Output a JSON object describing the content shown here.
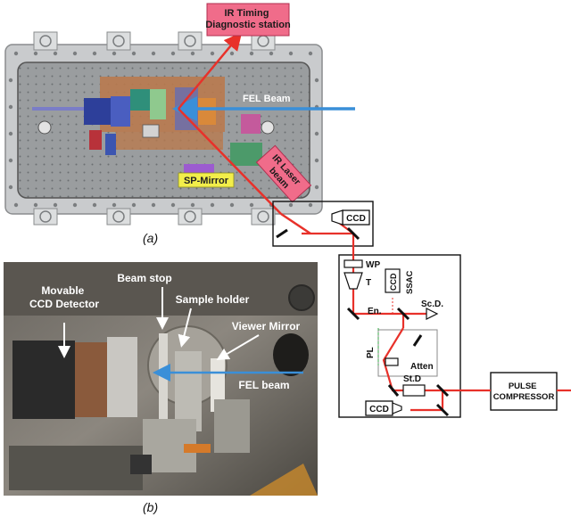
{
  "panel_a": {
    "caption": "(a)",
    "ir_timing": "IR Timing\nDiagnostic station",
    "fel_beam": "FEL Beam",
    "sp_mirror": "SP-Mirror",
    "ir_laser_beam": "IR Laser\nbeam"
  },
  "panel_b": {
    "caption": "(b)",
    "movable_ccd": "Movable\nCCD Detector",
    "beam_stop": "Beam stop",
    "sample_holder": "Sample holder",
    "viewer_mirror": "Viewer Mirror",
    "fel_beam": "FEL beam"
  },
  "optics": {
    "ccd_top": "CCD",
    "wp": "WP",
    "t": "T",
    "ccd_vertical": "CCD",
    "ssac": "SSAC",
    "en": "En.",
    "scd": "Sc.D.",
    "pl": "PL",
    "atten": "Atten",
    "std": "St.D",
    "ccd_bottom": "CCD",
    "pulse_compressor": "PULSE\nCOMPRESSOR"
  },
  "colors": {
    "laser": "#e8312a",
    "fel": "#3a8fd8",
    "pink_box": "#f06c8a",
    "sp_box": "#f2ee4a"
  }
}
